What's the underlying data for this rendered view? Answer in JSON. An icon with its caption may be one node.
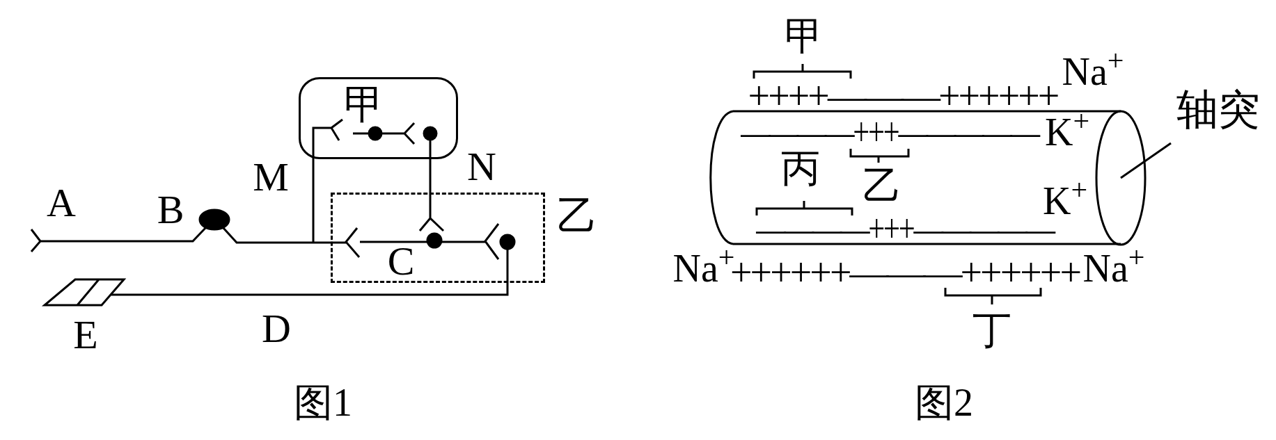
{
  "diagram": {
    "nodes": [
      {
        "text": [
          "甲"
        ]
      },
      {
        "text": [
          "乙"
        ]
      },
      {
        "text": [],
        "shape": "cylinder"
      },
      {
        "text": [
          "轴突"
        ]
      }
    ],
    "edges": [
      {
        "from": 3,
        "to": 2,
        "arrow": "none"
      }
    ],
    "labels": [
      "A",
      "B",
      "M",
      "N",
      "C",
      "D",
      "E",
      "图1",
      "甲",
      "Na$^{+}$",
      "++++———++++++",
      "————+++—————",
      "K$^{+}$",
      "丙",
      "乙",
      "K$^{+}$",
      "————+++—————",
      "Na$^{+}$",
      "++++++———++++++",
      "Na$^{+}$",
      "丁",
      "图2"
    ]
  }
}
